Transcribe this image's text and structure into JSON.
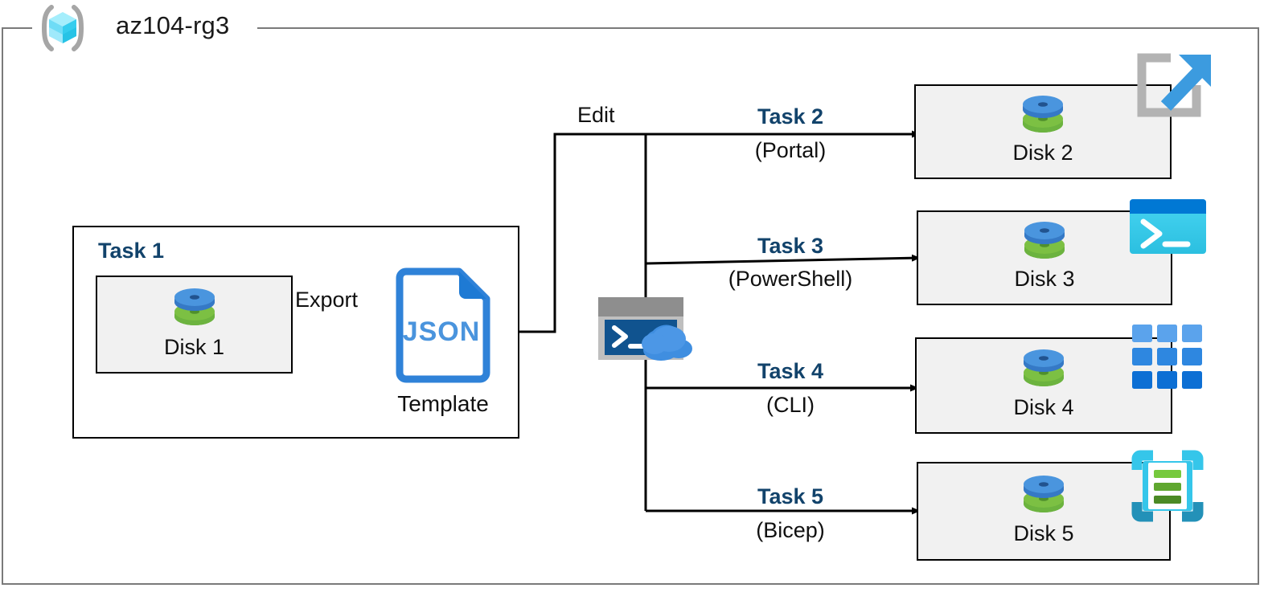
{
  "diagram": {
    "type": "azure-architecture-diagram",
    "resource_group": {
      "name": "az104-rg3",
      "icon": "azure-resource-group-icon"
    },
    "task1": {
      "title": "Task 1",
      "source_disk": {
        "label": "Disk 1",
        "icon": "managed-disk-icon"
      },
      "export_label": "Export",
      "template": {
        "icon": "json-file-icon",
        "file_type": "JSON",
        "caption": "Template"
      }
    },
    "edit_label": "Edit",
    "cloud_shell": {
      "icon": "azure-cloud-shell-icon",
      "prompt": ">_"
    },
    "branches": [
      {
        "task_label": "Task 2",
        "method_label": "(Portal)",
        "disk_label": "Disk 2",
        "tool_icon": "azure-portal-icon",
        "accent": "#3c9bdf"
      },
      {
        "task_label": "Task 3",
        "method_label": "(PowerShell)",
        "disk_label": "Disk 3",
        "tool_icon": "powershell-icon",
        "accent": "#32c5ec"
      },
      {
        "task_label": "Task 4",
        "method_label": "(CLI)",
        "disk_label": "Disk 4",
        "tool_icon": "azure-cli-icon",
        "accent": "#2f8ae0"
      },
      {
        "task_label": "Task 5",
        "method_label": "(Bicep)",
        "disk_label": "Disk 5",
        "tool_icon": "bicep-icon",
        "accent": "#35c6ea"
      }
    ],
    "colors": {
      "task_title": "#12436b",
      "box_border": "#000000",
      "box_fill": "#f1f1f1",
      "frame_border": "#7a7a7a",
      "disk_top": "#3d8ddb",
      "disk_bottom": "#6cb33f",
      "json_blue": "#2f82d8",
      "canvas": "#ffffff"
    }
  }
}
